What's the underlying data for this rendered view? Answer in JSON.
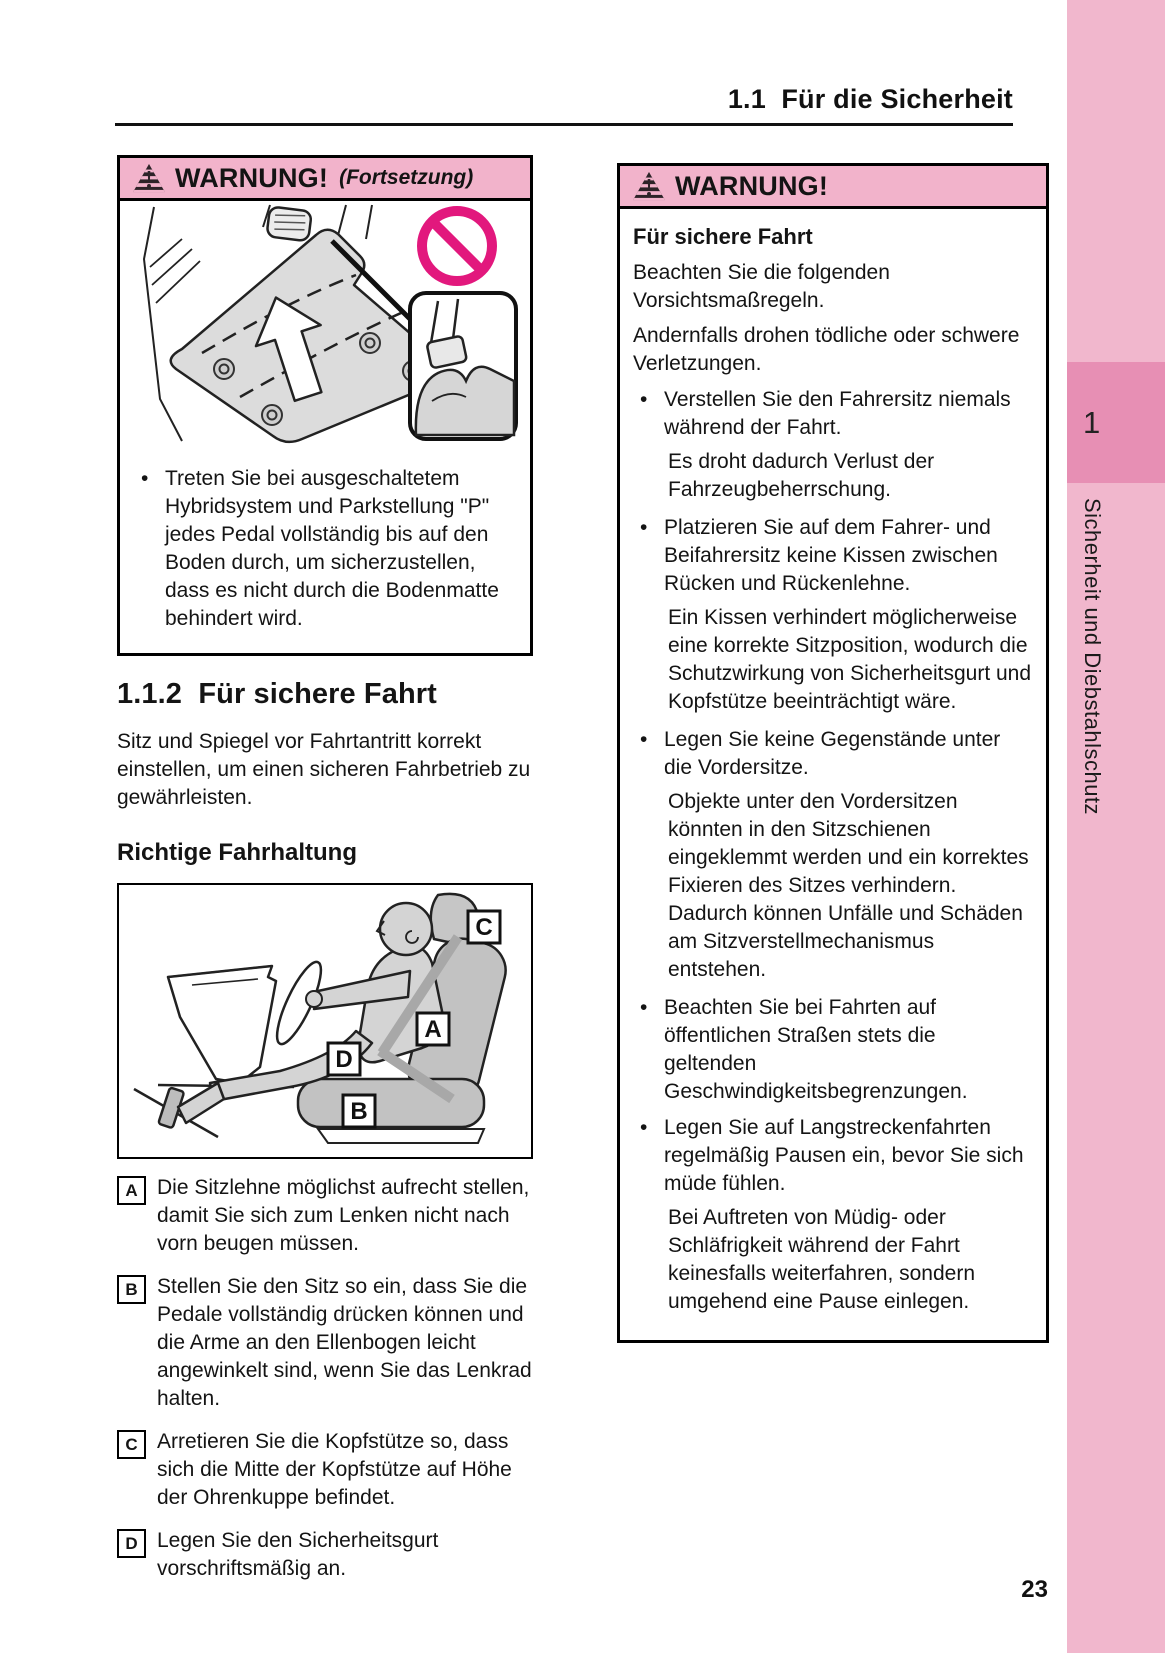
{
  "page": {
    "header_title": "1.1  Für die Sicherheit",
    "page_number": "23"
  },
  "sidebar": {
    "chapter_number": "1",
    "chapter_title": "Sicherheit und Diebstahlschutz"
  },
  "colors": {
    "warning_header_pink": "#f2b3cb",
    "sidebar_pink": "#f1b7cd",
    "sidebar_tab_pink": "#e78fb4",
    "prohibition_magenta": "#e2187d"
  },
  "left_column": {
    "warning_box": {
      "title": "WARNUNG!",
      "continuation": "(Fortsetzung)",
      "bullet": "Treten Sie bei ausgeschaltetem Hybridsystem und Parkstellung \"P\" jedes Pedal vollständig bis auf den Boden durch, um sicherzustellen, dass es nicht durch die Bodenmatte behindert wird."
    },
    "section_heading": "1.1.2  Für sichere Fahrt",
    "section_intro": "Sitz und Spiegel vor Fahrtantritt korrekt einstellen, um einen sicheren Fahrbetrieb zu gewährleisten.",
    "subheading": "Richtige Fahrhaltung",
    "figure": {
      "labels": [
        "A",
        "B",
        "C",
        "D"
      ]
    },
    "items": [
      {
        "marker": "A",
        "text": "Die Sitzlehne möglichst aufrecht stellen, damit Sie sich zum Lenken nicht nach vorn beugen müssen."
      },
      {
        "marker": "B",
        "text": "Stellen Sie den Sitz so ein, dass Sie die Pedale vollständig drücken können und die Arme an den Ellenbogen leicht angewinkelt sind, wenn Sie das Lenkrad halten."
      },
      {
        "marker": "C",
        "text": "Arretieren Sie die Kopfstütze so, dass sich die Mitte der Kopfstütze auf Höhe der Ohrenkuppe befindet."
      },
      {
        "marker": "D",
        "text": "Legen Sie den Sicherheitsgurt vorschriftsmäßig an."
      }
    ]
  },
  "right_column": {
    "warning_box": {
      "title": "WARNUNG!",
      "subtitle": "Für sichere Fahrt",
      "intro_1": "Beachten Sie die folgenden Vorsichtsmaßregeln.",
      "intro_2": "Andernfalls drohen tödliche oder schwere Verletzungen.",
      "bullets": [
        {
          "text": "Verstellen Sie den Fahrersitz niemals während der Fahrt.",
          "sub": "Es droht dadurch Verlust der Fahrzeugbeherrschung."
        },
        {
          "text": "Platzieren Sie auf dem Fahrer- und Beifahrersitz keine Kissen zwischen Rücken und Rückenlehne.",
          "sub": "Ein Kissen verhindert möglicherweise eine korrekte Sitzposition, wodurch die Schutzwirkung von Sicherheitsgurt und Kopfstütze beeinträchtigt wäre."
        },
        {
          "text": "Legen Sie keine Gegenstände unter die Vordersitze.",
          "sub": "Objekte unter den Vordersitzen könnten in den Sitzschienen eingeklemmt werden und ein korrektes Fixieren des Sitzes verhindern. Dadurch können Unfälle und Schäden am Sitzverstellmechanismus entstehen."
        },
        {
          "text": "Beachten Sie bei Fahrten auf öffentlichen Straßen stets die geltenden Geschwindigkeitsbegrenzungen.",
          "sub": ""
        },
        {
          "text": "Legen Sie auf Langstreckenfahrten regelmäßig Pausen ein, bevor Sie sich müde fühlen.",
          "sub": "Bei Auftreten von Müdig- oder Schläfrigkeit während der Fahrt keinesfalls weiterfahren, sondern umgehend eine Pause einlegen."
        }
      ]
    }
  }
}
